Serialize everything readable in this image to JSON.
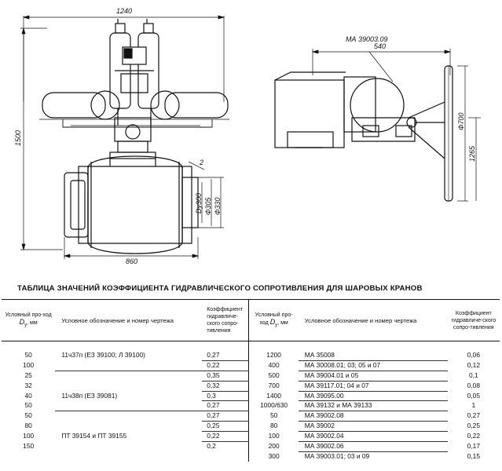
{
  "drawing": {
    "dims": {
      "overall_width": "1240",
      "height": "1500",
      "body_length": "860",
      "dn": "Dy300",
      "d305": "Φ305",
      "d330": "Φ330",
      "flange_gap": "2",
      "actuator_code": "МА 39003.09",
      "side_width": "540",
      "wheel_dia": "Φ700",
      "side_height": "1265"
    }
  },
  "table": {
    "title": "ТАБЛИЦА ЗНАЧЕНИЙ КОЭФФИЦИЕНТА ГИДРАВЛИЧЕСКОГО  СОПРОТИВЛЕНИЯ ДЛЯ ШАРОВЫХ КРАНОВ",
    "headers": {
      "dy_prefix": "Условный про-ход",
      "dy_symbol": "D",
      "dy_sub": "у",
      "dy_unit": ", мм",
      "designation": "Условное обозначение и номер чертежа",
      "coef": "Коэффициент гидравличе-ского сопро-тивления",
      "dy2_prefix": "Условный про-ход",
      "dy2_symbol": "D",
      "dy2_sub": "у",
      "dy2_unit": ", мм",
      "designation2": "Условное обозначение и номер чертежа",
      "coef2": "Коэффициент гидравличе-ского сопро-тивления"
    },
    "left_rows": [
      {
        "dy": "50",
        "designation": "11ч37п (ЕЗ 39100; Л 39100)",
        "coef": "0,27"
      },
      {
        "dy": "100",
        "designation": "",
        "coef": "0,22"
      },
      {
        "dy": "25",
        "designation": "",
        "coef": "0,35"
      },
      {
        "dy": "32",
        "designation": "",
        "coef": "0,32"
      },
      {
        "dy": "40",
        "designation": "11ч38п (ЕЗ 39081)",
        "coef": "0,3"
      },
      {
        "dy": "50",
        "designation": "",
        "coef": "0,27"
      },
      {
        "dy": "50",
        "designation": "",
        "coef": "0,27"
      },
      {
        "dy": "80",
        "designation": "",
        "coef": "0,25"
      },
      {
        "dy": "100",
        "designation": "ПТ 39154 и ПТ 39155",
        "coef": "0,22"
      },
      {
        "dy": "150",
        "designation": "",
        "coef": "0,2"
      },
      {
        "dy": "",
        "designation": "",
        "coef": ""
      }
    ],
    "right_rows": [
      {
        "dy": "1200",
        "designation": "МА 35008",
        "coef": "0,06"
      },
      {
        "dy": "400",
        "designation": "МА 30008.01; 03; 05 и 07",
        "coef": "0,12"
      },
      {
        "dy": "500",
        "designation": "МА 39004.01 и 05",
        "coef": "0,1"
      },
      {
        "dy": "700",
        "designation": "МА 39117.01; 04 и 07",
        "coef": "0,08"
      },
      {
        "dy": "1400",
        "designation": "МА 39095.00",
        "coef": "0,05"
      },
      {
        "dy": "1000/630",
        "designation": "МА 39132 и МА 39133",
        "coef": "1"
      },
      {
        "dy": "50",
        "designation": "МА 39002.08",
        "coef": "0,27"
      },
      {
        "dy": "80",
        "designation": "МА 39002",
        "coef": "0,25"
      },
      {
        "dy": "100",
        "designation": "МА 39002.04",
        "coef": "0,22"
      },
      {
        "dy": "200",
        "designation": "МА 39002.06",
        "coef": "0,17"
      },
      {
        "dy": "300",
        "designation": "МА 39003.01; 03 и 09",
        "coef": "0,15"
      }
    ]
  }
}
